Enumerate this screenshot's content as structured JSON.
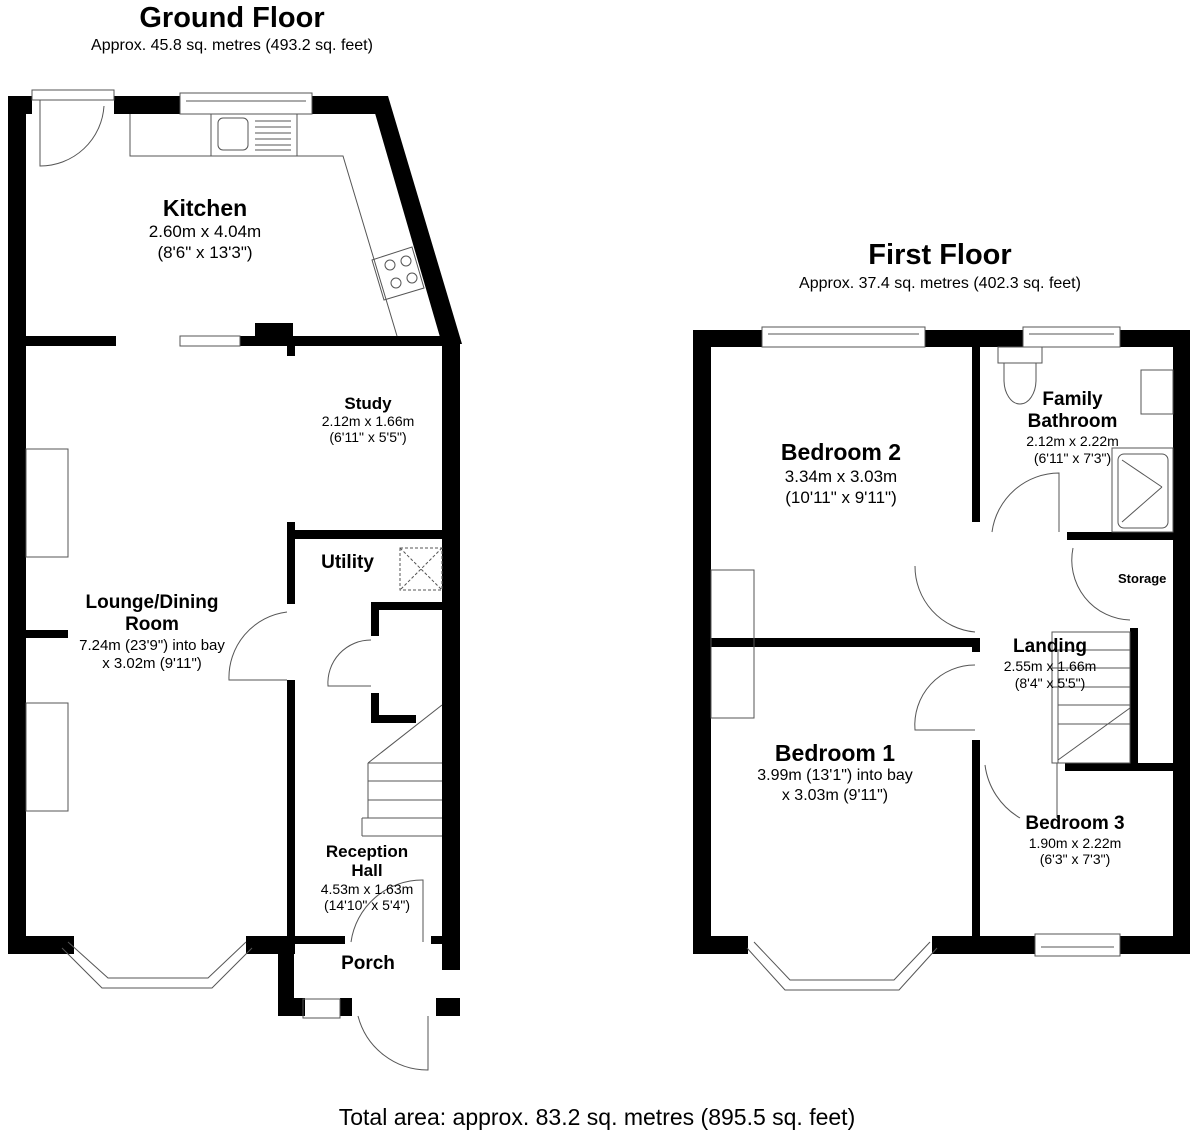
{
  "ground_floor": {
    "title": "Ground Floor",
    "area": "Approx. 45.8 sq. metres (493.2 sq. feet)",
    "rooms": {
      "kitchen": {
        "name": "Kitchen",
        "dim_metric": "2.60m x 4.04m",
        "dim_imperial": "(8'6\" x 13'3\")"
      },
      "study": {
        "name": "Study",
        "dim_metric": "2.12m x 1.66m",
        "dim_imperial": "(6'11\" x 5'5\")"
      },
      "utility": {
        "name": "Utility"
      },
      "lounge": {
        "name_line1": "Lounge/Dining",
        "name_line2": "Room",
        "dim_line1": "7.24m (23'9\") into bay",
        "dim_line2": "x 3.02m (9'11\")"
      },
      "reception_hall": {
        "name_line1": "Reception",
        "name_line2": "Hall",
        "dim_metric": "4.53m x 1.63m",
        "dim_imperial": "(14'10\" x 5'4\")"
      },
      "porch": {
        "name": "Porch"
      }
    }
  },
  "first_floor": {
    "title": "First Floor",
    "area": "Approx. 37.4 sq. metres (402.3 sq. feet)",
    "rooms": {
      "bedroom2": {
        "name": "Bedroom 2",
        "dim_metric": "3.34m x 3.03m",
        "dim_imperial": "(10'11\" x 9'11\")"
      },
      "bathroom": {
        "name_line1": "Family",
        "name_line2": "Bathroom",
        "dim_metric": "2.12m x 2.22m",
        "dim_imperial": "(6'11\" x 7'3\")"
      },
      "storage": {
        "name": "Storage"
      },
      "landing": {
        "name": "Landing",
        "dim_metric": "2.55m x 1.66m",
        "dim_imperial": "(8'4\" x 5'5\")"
      },
      "bedroom1": {
        "name": "Bedroom 1",
        "dim_line1": "3.99m (13'1\") into bay",
        "dim_line2": "x 3.03m (9'11\")"
      },
      "bedroom3": {
        "name": "Bedroom 3",
        "dim_metric": "1.90m x 2.22m",
        "dim_imperial": "(6'3\" x 7'3\")"
      }
    }
  },
  "total_area": "Total area: approx. 83.2 sq. metres (895.5 sq. feet)",
  "colors": {
    "wall": "#000000",
    "fixture_line": "#555555",
    "background": "#ffffff"
  }
}
